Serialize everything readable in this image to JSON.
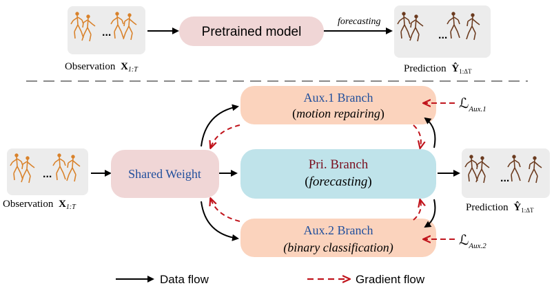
{
  "top": {
    "observation_label": "Observation",
    "observation_math": "X",
    "observation_sub": "1:T",
    "pretrained_label": "Pretrained model",
    "forecasting_label": "forecasting",
    "prediction_label": "Prediction",
    "prediction_math": "Ŷ",
    "prediction_sub": "1:ΔT",
    "ellipsis": "..."
  },
  "bottom": {
    "observation_label": "Observation",
    "observation_math": "X",
    "observation_sub": "1:T",
    "shared_weight_label": "Shared Weight",
    "aux1_title": "Aux.1 Branch",
    "aux1_sub": "motion repairing",
    "pri_title": "Pri. Branch",
    "pri_sub": "forecasting",
    "aux2_title": "Aux.2 Branch",
    "aux2_sub": "binary classification",
    "loss_symbol": "ℒ",
    "loss_aux1_sub": "Aux.1",
    "loss_aux2_sub": "Aux.2",
    "prediction_label": "Prediction",
    "prediction_math": "Ŷ",
    "prediction_sub": "1:ΔT",
    "ellipsis": "..."
  },
  "legend": {
    "data_flow": "Data flow",
    "gradient_flow": "Gradient flow"
  },
  "colors": {
    "pretrained_fill": "#f0d6d6",
    "shared_fill": "#f0d6d6",
    "aux_fill": "#fbd3bd",
    "pri_fill": "#bfe3ea",
    "panel_fill": "#ececec",
    "skeleton_orange": "#d9822b",
    "skeleton_brown": "#6b3b1f",
    "gradient_red": "#c0141c",
    "pri_title_color": "#7a1020",
    "blue_text": "#1f4e9c"
  }
}
